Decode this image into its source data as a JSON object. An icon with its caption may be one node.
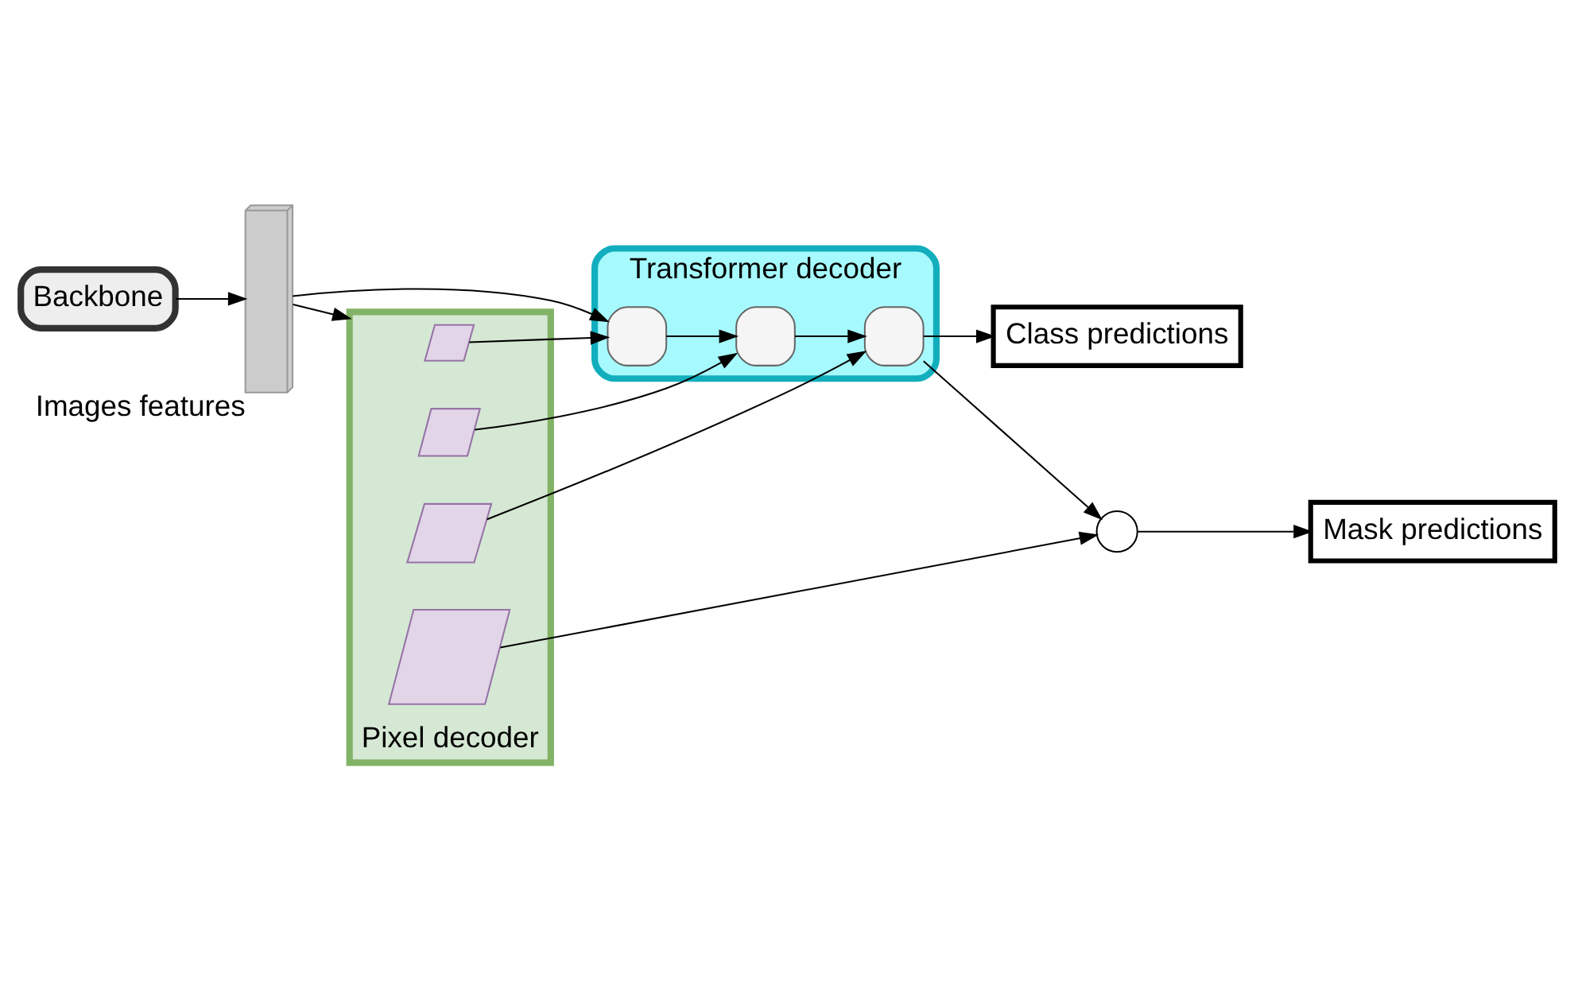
{
  "diagram": {
    "nodes": [
      {
        "text": [
          "Transformer decoder"
        ]
      },
      {
        "text": [],
        "shape": "box",
        "in": 0
      },
      {
        "text": [],
        "shape": "box",
        "in": 0
      },
      {
        "text": [],
        "shape": "box",
        "in": 0
      },
      {
        "text": [
          "Class predictions"
        ]
      },
      {
        "text": [
          "Mask predictions"
        ]
      },
      {
        "text": [],
        "shape": "circle"
      },
      {
        "text": [
          "Backbone"
        ]
      },
      {
        "text": [],
        "shape": "bar",
        "beside": [
          "Images features"
        ]
      },
      {
        "text": [],
        "shape": "trapezoid",
        "beside": [
          "Pixel decoder"
        ]
      },
      {
        "text": [],
        "shape": "parallelogram",
        "in": 9
      },
      {
        "text": [],
        "shape": "parallelogram",
        "in": 9
      },
      {
        "text": [],
        "shape": "parallelogram",
        "in": 9
      },
      {
        "text": [],
        "shape": "parallelogram",
        "in": 9
      }
    ],
    "edges": [
      {
        "from": 7,
        "to": 8,
        "arrow": "to"
      },
      {
        "from": 8,
        "to": 1,
        "arrow": "to"
      },
      {
        "from": 8,
        "to": 9,
        "arrow": "to"
      },
      {
        "from": 1,
        "to": 2,
        "arrow": "to"
      },
      {
        "from": 2,
        "to": 3,
        "arrow": "to"
      },
      {
        "from": 3,
        "to": 4,
        "arrow": "to"
      },
      {
        "from": 3,
        "to": 6,
        "arrow": "to"
      },
      {
        "from": 6,
        "to": 5,
        "arrow": "to"
      },
      {
        "from": 10,
        "to": 1,
        "arrow": "to"
      },
      {
        "from": 11,
        "to": 2,
        "arrow": "to"
      },
      {
        "from": 12,
        "to": 3,
        "arrow": "to"
      },
      {
        "from": 13,
        "to": 6,
        "arrow": "to"
      }
    ]
  }
}
